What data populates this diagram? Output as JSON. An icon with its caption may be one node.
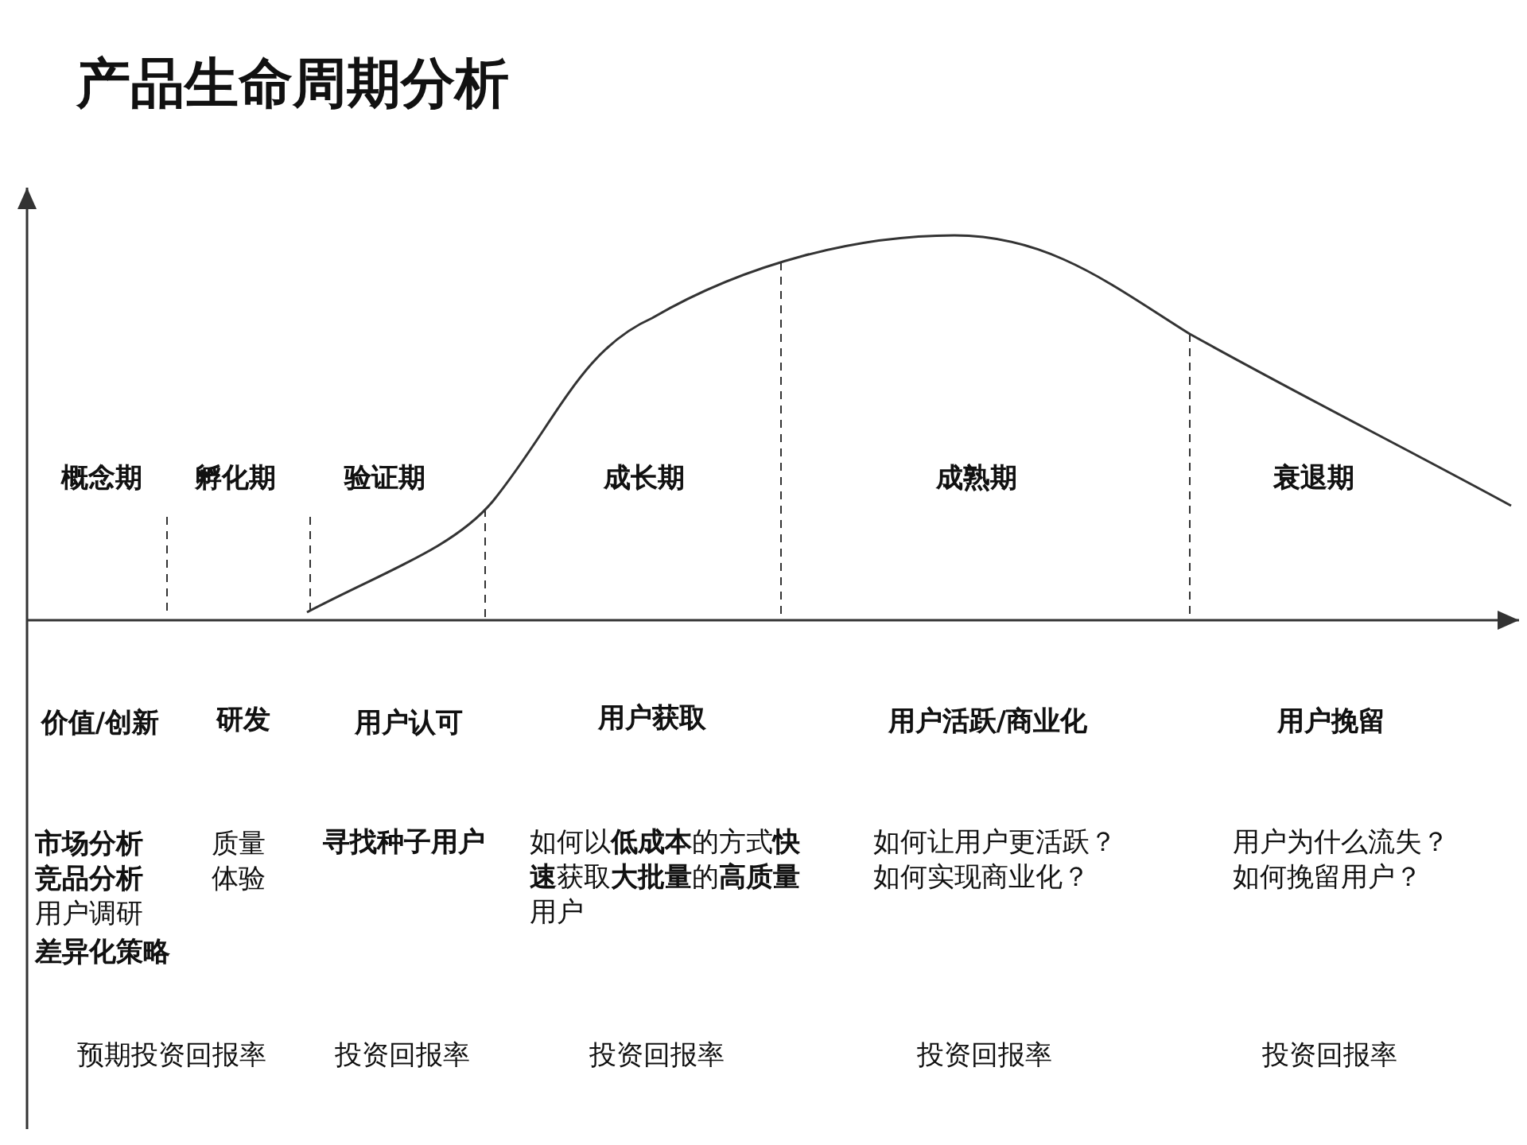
{
  "diagram": {
    "title": "产品生命周期分析",
    "labels": [
      "概念期",
      "孵化期",
      "验证期",
      "成长期",
      "成熟期",
      "衰退期",
      "价值/创新",
      "研发",
      "用户认可",
      "用户获取",
      "用户活跃/商业化",
      "用户挽留",
      "市场分析",
      "质量",
      "寻找种子用户",
      "如何以**低成本**的方式**快速**获取**大批量**的**高质量**用户",
      "如何让用户更活跃？",
      "用户为什么流失？",
      "竞品分析",
      "体验",
      "如何实现商业化？",
      "如何挽留用户？",
      "用户调研",
      "差异化策略",
      "预期投资回报率",
      "投资回报率",
      "投资回报率",
      "投资回报率",
      "投资回报率"
    ]
  }
}
